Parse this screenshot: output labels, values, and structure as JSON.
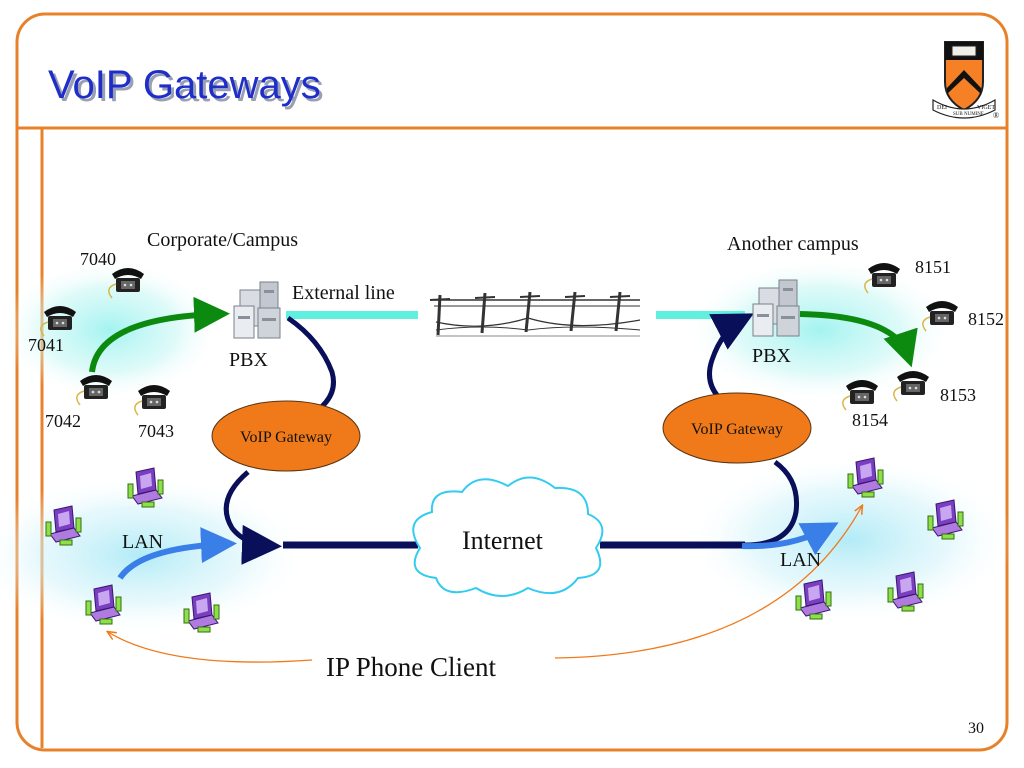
{
  "slide": {
    "title": "VoIP Gateways",
    "page_number": "30",
    "frame_color": "#e8822a",
    "title_color": "#1f2ec8"
  },
  "logo": {
    "motto_left": "DEI",
    "motto_right": "SUB NUMINE",
    "motto_far": "VIGET",
    "registered_mark": "®"
  },
  "left_site": {
    "heading": "Corporate/Campus",
    "pbx_label": "PBX",
    "gateway_label": "VoIP Gateway",
    "lan_label": "LAN",
    "phones": [
      "7040",
      "7041",
      "7042",
      "7043"
    ]
  },
  "right_site": {
    "heading": "Another campus",
    "pbx_label": "PBX",
    "gateway_label": "VoIP Gateway",
    "lan_label": "LAN",
    "phones": [
      "8151",
      "8152",
      "8153",
      "8154"
    ]
  },
  "links": {
    "external_line_label": "External line",
    "internet_label": "Internet",
    "client_label": "IP Phone Client"
  },
  "colors": {
    "gateway_fill": "#f07a1a",
    "dark_link": "#0a0f5a",
    "green_arrow": "#0c8a10",
    "blue_arrow": "#3a7ee8",
    "external_line": "#5ff0e0",
    "cloud_stroke": "#33ccf0",
    "client_arrow": "#f07a1a"
  },
  "icons": {
    "phone": "telephone-icon",
    "pbx": "pbx-server-icon",
    "computer": "desktop-computer-icon",
    "fence": "telephone-pole-fence-icon",
    "cloud": "cloud-icon"
  }
}
